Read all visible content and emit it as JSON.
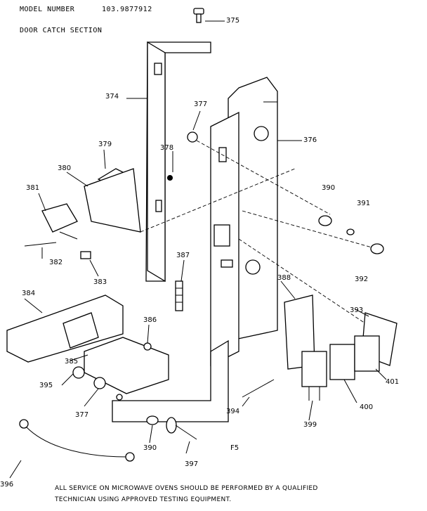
{
  "header": {
    "model_label": "MODEL NUMBER",
    "model_number": "103.9877912",
    "section_title": "DOOR CATCH SECTION"
  },
  "parts": {
    "p375": "375",
    "p374": "374",
    "p377a": "377",
    "p376": "376",
    "p379": "379",
    "p378": "378",
    "p380": "380",
    "p381": "381",
    "p390a": "390",
    "p391": "391",
    "p392": "392",
    "p382": "382",
    "p383": "383",
    "p387": "387",
    "p388": "388",
    "p384": "384",
    "p393": "393",
    "p386": "386",
    "p385": "385",
    "p395": "395",
    "p377b": "377",
    "p401": "401",
    "p400": "400",
    "p394": "394",
    "p399": "399",
    "p390b": "390",
    "p397": "397",
    "p396": "396"
  },
  "page_code": "F5",
  "footer": {
    "line1": "ALL SERVICE ON MICROWAVE OVENS SHOULD BE PERFORMED BY A QUALIFIED",
    "line2": "TECHNICIAN USING APPROVED TESTING EQUIPMENT."
  }
}
